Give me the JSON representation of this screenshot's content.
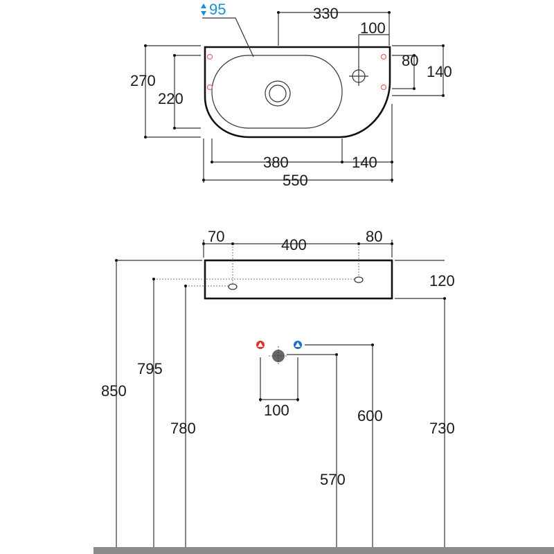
{
  "top_view": {
    "depth_label": "95",
    "overall_width": "550",
    "tap_offset_width": "330",
    "tap_to_right_edge": "100",
    "bowl_width": "380",
    "right_rim": "140",
    "overall_depth": "270",
    "bowl_depth": "220",
    "fixing_spacing": "80",
    "right_height": "140"
  },
  "front_view": {
    "left_offset": "70",
    "fixing_spacing": "400",
    "right_offset": "80",
    "thickness": "120",
    "height_top": "850",
    "height_fixing": "795",
    "height_fixing_low": "780",
    "height_counter": "730",
    "supply_spacing": "100",
    "supply_height": "600",
    "waste_height": "570"
  },
  "colors": {
    "hot": "#d9342b",
    "cold": "#1f6fc4",
    "accent_blue": "#1b8fd6",
    "floor": "#8a8a8a"
  },
  "icons": {
    "depth_arrow": "up-down-arrow-icon",
    "hot_supply": "hot-water-icon",
    "cold_supply": "cold-water-icon",
    "waste": "waste-outlet-icon"
  }
}
